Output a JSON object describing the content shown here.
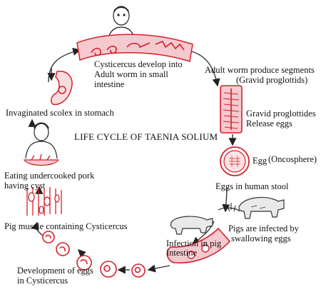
{
  "diagram": {
    "title": "LIFE CYCLE OF TAENIA SOLIUM",
    "labels": {
      "cysticercus_line1": "Cysticercus develop into",
      "cysticercus_line2": "Adult worm in small",
      "cysticercus_line3": "intestine",
      "adult_line1": "Adult worm produce segments",
      "adult_line2": "(Gravid proglottids)",
      "gravid_line1": "Gravid proglottides",
      "gravid_line2": "Release eggs",
      "egg_main": "Egg",
      "egg_paren": "(Oncosphere)",
      "stool": "Eggs in human stool",
      "pigs_line1": "Pigs are infected by",
      "pigs_line2": "swallowing eggs",
      "pig_intestine_line1": "Infection in pig",
      "pig_intestine_line2": "Intestine",
      "development_line1": "Development of eggs",
      "development_line2": "in Cysticercus",
      "muscle": "Pig muscle containing Cysticercus",
      "eating_line1": "Eating undercooked pork",
      "eating_line2": "having cyst",
      "scolex": "Invaginated scolex in stomach"
    },
    "colors": {
      "ink": "#111111",
      "red": "#d4202a",
      "pink": "#f6c9cf",
      "arrow": "#333333"
    }
  }
}
